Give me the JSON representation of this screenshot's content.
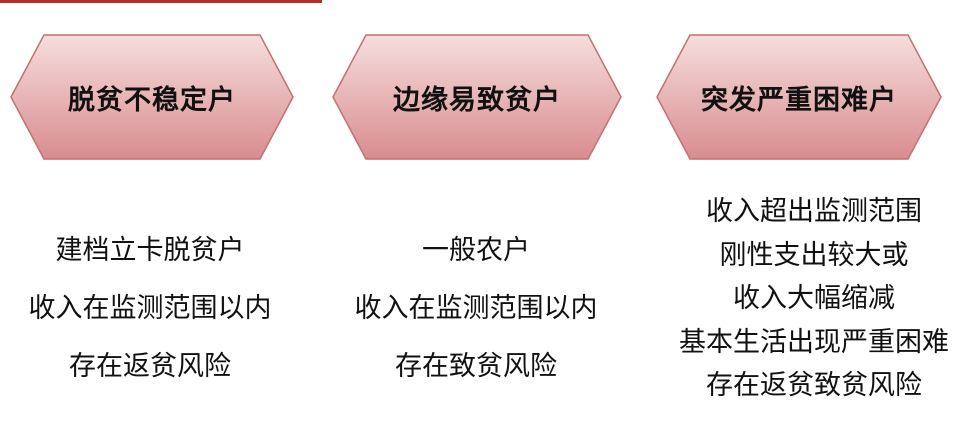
{
  "colors": {
    "accent_line": "#b52a2a",
    "hex_top": "#f6dede",
    "hex_bottom": "#d98c8e",
    "hex_stroke": "#c46f72"
  },
  "categories": [
    {
      "title": "脱贫不稳定户",
      "lines": [
        "建档立卡脱贫户",
        "收入在监测范围以内",
        "存在返贫风险"
      ]
    },
    {
      "title": "边缘易致贫户",
      "lines": [
        "一般农户",
        "收入在监测范围以内",
        "存在致贫风险"
      ]
    },
    {
      "title": "突发严重困难户",
      "lines": [
        "收入超出监测范围",
        "刚性支出较大或",
        "收入大幅缩减",
        "基本生活出现严重困难",
        "存在返贫致贫风险"
      ]
    }
  ]
}
